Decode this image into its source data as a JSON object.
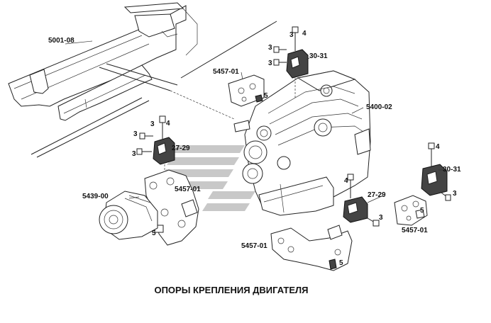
{
  "caption": "ОПОРЫ КРЕПЛЕНИЯ ДВИГАТЕЛЯ",
  "labels": {
    "frame": "5001-08",
    "bracket_top_left": "5457-01",
    "engine": "5400-02",
    "compressor": "5439-00",
    "bracket_left": "5457-01",
    "bracket_bottom": "5457-01",
    "bracket_right": "5457-01",
    "mount_top": "30-31",
    "mount_left": "27-29",
    "mount_center": "27-29",
    "mount_right": "30-31",
    "screw3": "3",
    "bolt4": "4",
    "nut5": "5"
  },
  "colors": {
    "line": "#222222",
    "watermark": "#c8c8c8"
  }
}
